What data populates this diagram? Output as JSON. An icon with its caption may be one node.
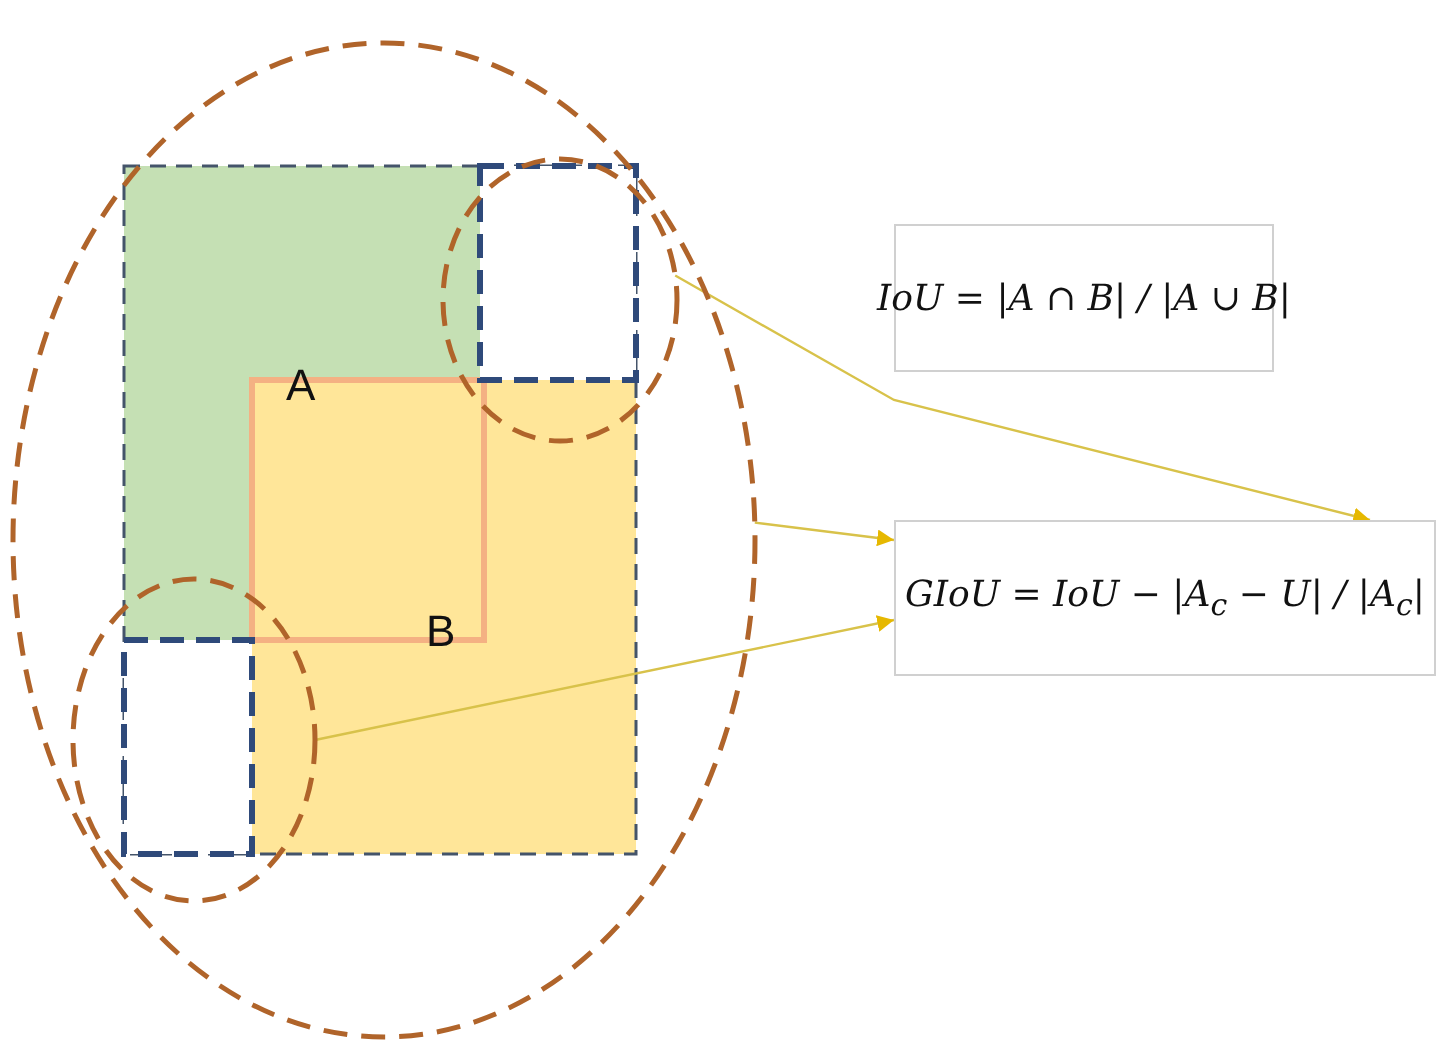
{
  "diagram": {
    "nodes": [
      {
        "text": [
          "IoU = |A ∩ B| / |A ∪ B|"
        ]
      },
      {
        "text": [
          "GIoU = IoU − |A$_{c}$ − U| / |A$_{c}$|"
        ]
      },
      {
        "text": [],
        "shape": "circle"
      },
      {
        "text": [],
        "shape": "circle",
        "in": 2
      },
      {
        "text": [],
        "shape": "circle",
        "in": 2
      }
    ],
    "edges": [
      {
        "from": 4,
        "to": 1,
        "arrow": "to"
      },
      {
        "from": 2,
        "to": 1,
        "arrow": "to"
      },
      {
        "from": 3,
        "to": 1,
        "arrow": "to"
      }
    ],
    "labels": [
      "A",
      "B"
    ]
  }
}
